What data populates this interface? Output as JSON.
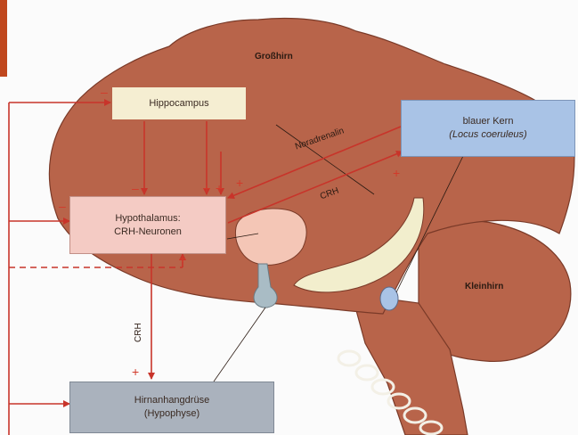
{
  "labels": {
    "cerebrum": "Großhirn",
    "cerebellum": "Kleinhirn",
    "noradrenalin": "Noradrenalin",
    "crh_upper": "CRH",
    "crh_vertical": "CRH"
  },
  "boxes": {
    "hippocampus": "Hippocampus",
    "hypothalamus_line1": "Hypothalamus:",
    "hypothalamus_line2": "CRH-Neuronen",
    "locus_line1": "blauer Kern",
    "locus_line2": "(Locus coeruleus)",
    "pituitary_line1": "Hirnanhangdrüse",
    "pituitary_line2": "(Hypophyse)"
  },
  "signs": {
    "plus": "+",
    "minus": "–"
  },
  "colors": {
    "brain": "#b8644a",
    "brain_edge": "#7a3a28",
    "arrow": "#c8342a",
    "hippocampus_box": "#f5eed2",
    "hypothalamus_box": "#f4cbc4",
    "locus_box": "#a9c3e6",
    "pituitary_box": "#aab2bd",
    "ventricle": "#f2eecd",
    "accent_bar": "#c0471e"
  }
}
